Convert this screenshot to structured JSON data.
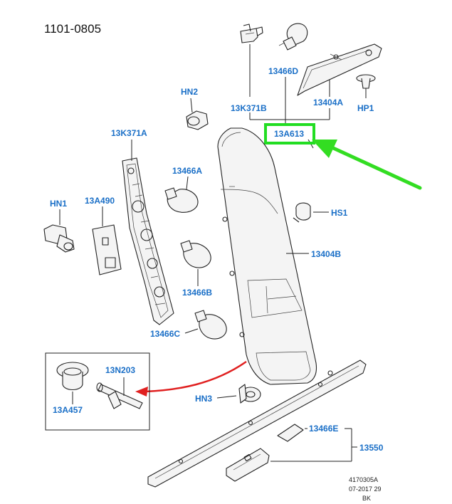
{
  "diagram": {
    "title": "1101-0805",
    "labels": {
      "13466D": "13466D",
      "13K371B": "13K371B",
      "13404A": "13404A",
      "HP1": "HP1",
      "13A613": "13A613",
      "HN2": "HN2",
      "13K371A": "13K371A",
      "13466A": "13466A",
      "HN1": "HN1",
      "13A490": "13A490",
      "HS1": "HS1",
      "13404B": "13404B",
      "13466B": "13466B",
      "13466C": "13466C",
      "13N203": "13N203",
      "13A457": "13A457",
      "HN3": "HN3",
      "13466E": "13466E",
      "13550": "13550"
    },
    "footer": {
      "line1": "4170305A",
      "line2": "07-2017 29",
      "line3": "BK"
    },
    "colors": {
      "label": "#1a6fc7",
      "highlight": "#22dd22",
      "arrow_green": "#33dd22",
      "arrow_red": "#e02020",
      "line": "#222222"
    }
  }
}
